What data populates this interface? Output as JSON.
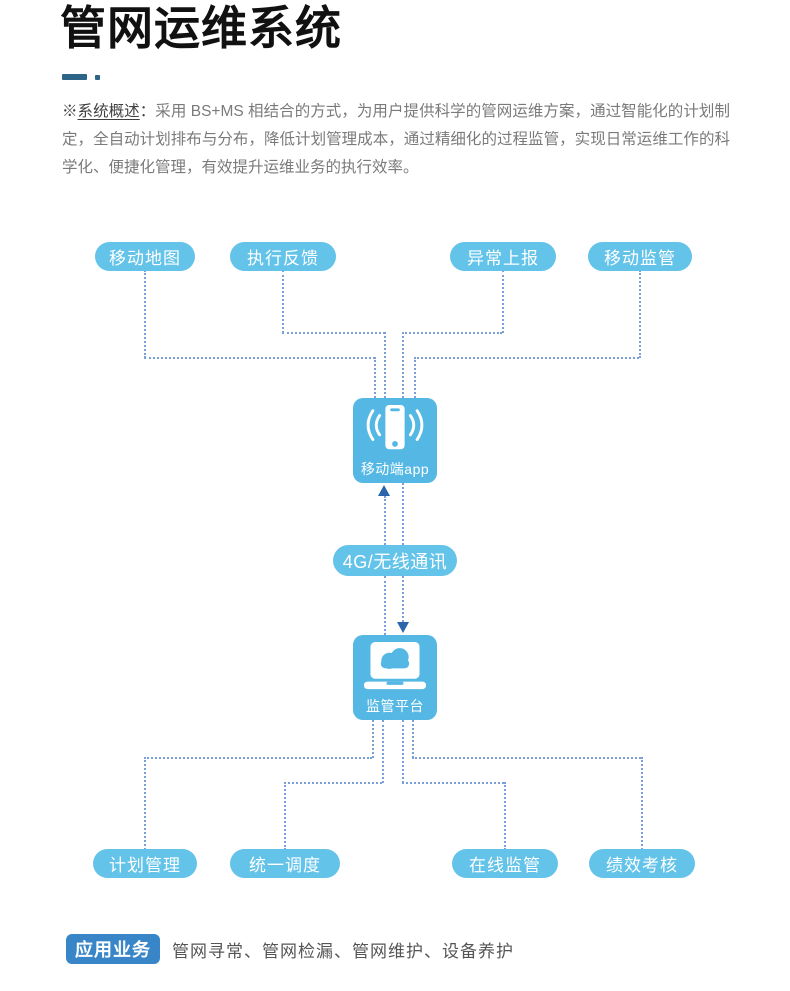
{
  "header": {
    "title": "管网运维系统"
  },
  "overview": {
    "marker": "※",
    "lead": "系统概述",
    "colon": "：",
    "body": "采用 BS+MS 相结合的方式，为用户提供科学的管网运维方案，通过智能化的计划制定，全自动计划排布与分布，降低计划管理成本，通过精细化的过程监管，实现日常运维工作的科学化、便捷化管理，有效提升运维业务的执行效率。"
  },
  "diagram": {
    "top_nodes": [
      {
        "label": "移动地图"
      },
      {
        "label": "执行反馈"
      },
      {
        "label": "异常上报"
      },
      {
        "label": "移动监管"
      }
    ],
    "mobile_box": {
      "label": "移动端app",
      "icon": "smartphone-with-signal-waves"
    },
    "link_label": "4G/无线通讯",
    "platform_box": {
      "label": "监管平台",
      "icon": "laptop-with-cloud"
    },
    "bottom_nodes": [
      {
        "label": "计划管理"
      },
      {
        "label": "统一调度"
      },
      {
        "label": "在线监管"
      },
      {
        "label": "绩效考核"
      }
    ],
    "colors": {
      "node_pill": "#63c3e9",
      "node_box": "#55b8e4",
      "connector_dotted": "#7b9fd9",
      "arrow": "#2b66ad"
    }
  },
  "footer": {
    "badge_label": "应用业务",
    "items_text": "管网寻常、管网检漏、管网维护、设备养护",
    "badge_color": "#3886c7"
  },
  "decor": {
    "underline_color": "#2e6487"
  }
}
